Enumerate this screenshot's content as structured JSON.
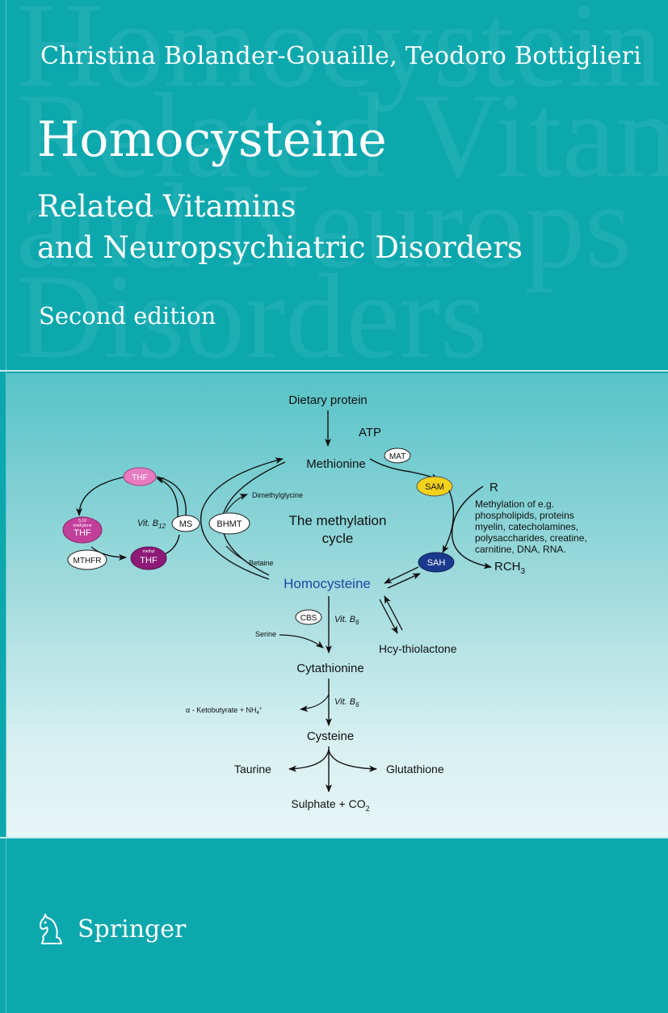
{
  "authors": "Christina Bolander-Gouaille, Teodoro Bottiglieri",
  "title": "Homocysteine",
  "subtitle_line1": "Related Vitamins",
  "subtitle_line2": "and Neuropsychiatric Disorders",
  "edition": "Second edition",
  "publisher": "Springer",
  "colors": {
    "background": "#0ca8ae",
    "thf_light": "#e87bc0",
    "thf_magenta": "#c2409a",
    "thf_dark": "#8e1a78",
    "sam": "#f5d21a",
    "sah": "#1a3a8e",
    "homocysteine_text": "#1f47a0"
  },
  "diagram": {
    "dietary_protein": "Dietary protein",
    "atp": "ATP",
    "mat": "MAT",
    "methionine": "Methionine",
    "sam": "SAM",
    "r": "R",
    "methylation_note": [
      "Methylation of e.g.",
      "phospholipids, proteins",
      "myelin, catecholamines,",
      "polysaccharides, creatine,",
      "carnitine, DNA, RNA."
    ],
    "sah": "SAH",
    "rch3_main": "RCH",
    "rch3_sub": "3",
    "homocysteine": "Homocysteine",
    "cycle_label_1": "The methylation",
    "cycle_label_2": "cycle",
    "thf": "THF",
    "methylene_small": [
      "5,10",
      "methylene"
    ],
    "methylene_thf": "THF",
    "mthfr": "MTHFR",
    "methyl_small": "methyl",
    "methyl_thf": "THF",
    "vit_b12_main": "Vit. B",
    "vit_b12_sub": "12",
    "ms": "MS",
    "bhmt": "BHMT",
    "dimethylglycine": "Dimethylglycine",
    "betaine": "Betaine",
    "cbs": "CBS",
    "vit_b6_main": "Vit. B",
    "vit_b6_sub": "6",
    "serine": "Serine",
    "hcy_thiolactone": "Hcy-thiolactone",
    "cytathionine": "Cytathionine",
    "ketobutyrate": "α - Ketobutyrate + NH",
    "ketobutyrate_sub": "4",
    "ketobutyrate_sup": "+",
    "cysteine": "Cysteine",
    "taurine": "Taurine",
    "glutathione": "Glutathione",
    "sulphate_main": "Sulphate + CO",
    "sulphate_sub": "2"
  }
}
